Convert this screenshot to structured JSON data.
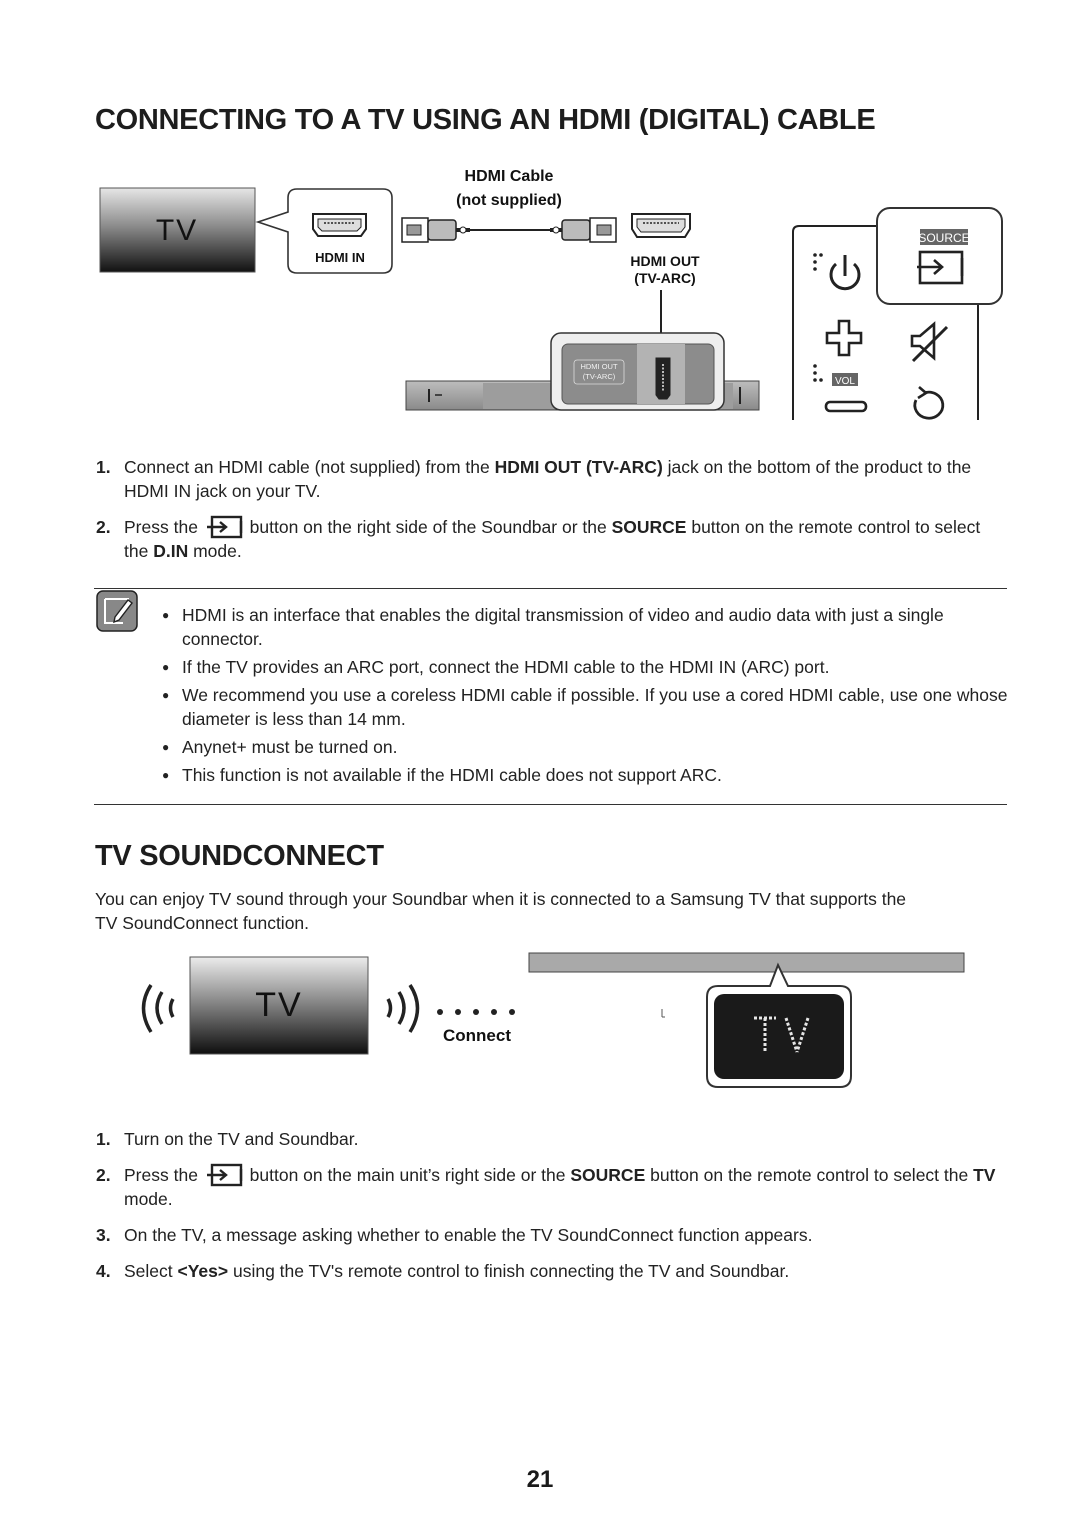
{
  "section1": {
    "title": "CONNECTING TO A TV USING AN HDMI (DIGITAL) CABLE",
    "diagram": {
      "tv_label": "TV",
      "hdmi_in_label": "HDMI IN",
      "cable_label_line1": "HDMI Cable",
      "cable_label_line2": "(not supplied)",
      "hdmi_out_line1": "HDMI OUT",
      "hdmi_out_line2": "(TV-ARC)",
      "jack_label_line1": "HDMI OUT",
      "jack_label_line2": "(TV-ARC)",
      "source_label": "SOURCE",
      "vol_label": "VOL"
    },
    "steps": [
      {
        "num": "1.",
        "pre": "Connect an HDMI cable (not supplied) from the ",
        "b1": "HDMI OUT (TV-ARC)",
        "post": " jack on the bottom of the product to the HDMI IN jack on your TV."
      },
      {
        "num": "2.",
        "pre": "Press the ",
        "mid": " button on the right side of the Soundbar or the ",
        "b1": "SOURCE",
        "mid2": " button on the remote control to select the ",
        "b2": "D.IN",
        "post": " mode."
      }
    ],
    "notes": [
      "HDMI is an interface that enables the digital transmission of video and audio data with just a single connector.",
      "If the TV provides an ARC port, connect the HDMI cable to the HDMI IN (ARC) port.",
      "We recommend you use a coreless HDMI cable if possible. If you use a cored HDMI cable, use one whose diameter is less than 14 mm.",
      "Anynet+ must be turned on.",
      "This function is not available if the HDMI cable does not support ARC."
    ]
  },
  "section2": {
    "title": "TV SOUNDCONNECT",
    "intro": "You can enjoy TV sound through your Soundbar when it is connected to a Samsung TV that supports the TV SoundConnect function.",
    "diagram": {
      "tv_label": "TV",
      "connect_label": "Connect",
      "display_text": "TV"
    },
    "steps": [
      {
        "num": "1.",
        "text": "Turn on the TV and Soundbar."
      },
      {
        "num": "2.",
        "pre": "Press the ",
        "mid": " button on the main unit’s right side or the ",
        "b1": "SOURCE",
        "mid2": " button on the remote control to select the ",
        "b2": "TV",
        "post": " mode."
      },
      {
        "num": "3.",
        "text": "On the TV, a message asking whether to enable the TV SoundConnect function appears."
      },
      {
        "num": "4.",
        "pre": "Select ",
        "b1": "<Yes>",
        "post": " using the TV's remote control to finish connecting the TV and Soundbar."
      }
    ]
  },
  "page_number": "21"
}
